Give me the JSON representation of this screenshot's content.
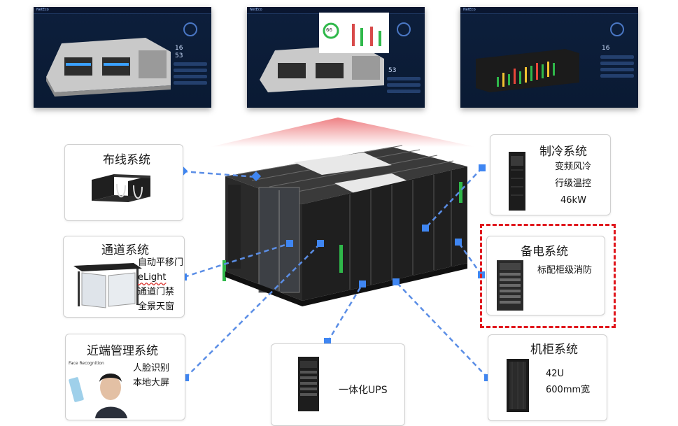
{
  "screenshots": [
    {
      "brand": "NetEco"
    },
    {
      "brand": "NetEco",
      "popup_value": "66"
    },
    {
      "brand": "NetEco"
    }
  ],
  "screenshot_panel_value": "53",
  "screenshot_ring_value": "16",
  "cards": {
    "cabling": {
      "title": "布线系统"
    },
    "aisle": {
      "title": "通道系统",
      "features": [
        "自动平移门",
        "eLight",
        "通道门禁",
        "全景天窗"
      ]
    },
    "nearend": {
      "title": "近端管理系统",
      "features": [
        "人脸识别",
        "本地大屏"
      ],
      "caption": "Face Recognition"
    },
    "ups": {
      "title": "一体化UPS"
    },
    "cabinet": {
      "title": "机柜系统",
      "features": [
        "42U",
        "600mm宽"
      ]
    },
    "power": {
      "title": "备电系统",
      "features": [
        "标配柜级消防"
      ]
    },
    "cooling": {
      "title": "制冷系统",
      "features": [
        "变频风冷",
        "行级温控",
        "46kW"
      ]
    }
  },
  "colors": {
    "link": "#5b8ee6",
    "node": "#3f86f2",
    "highlight": "#e0171d",
    "module": "#2b2b2b",
    "accent": "#2fb84a"
  }
}
